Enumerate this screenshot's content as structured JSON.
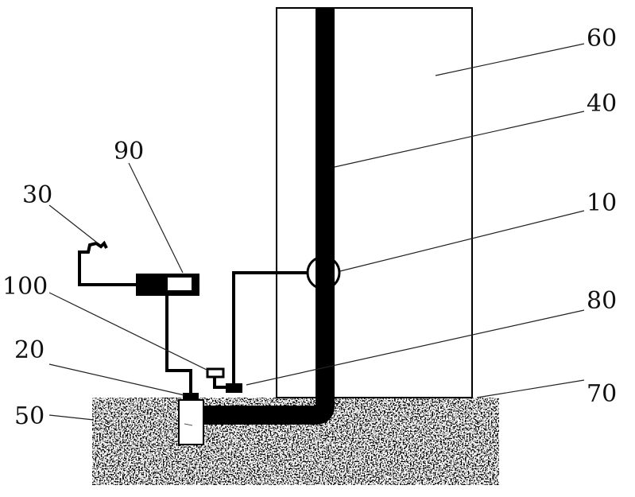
{
  "labels": {
    "building": "60",
    "pipe": "40",
    "sensor_ring": "10",
    "controller": "80",
    "ground_surface": "70",
    "device": "90",
    "outlet": "30",
    "sensor": "100",
    "valve": "20",
    "ground": "50"
  }
}
